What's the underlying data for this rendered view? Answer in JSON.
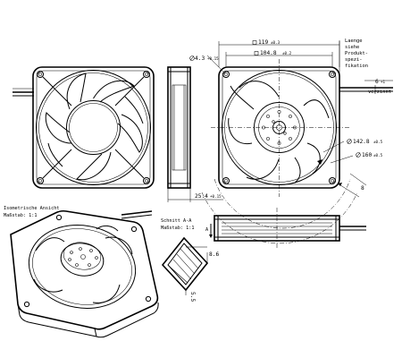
{
  "dimensions": {
    "d_width": {
      "value": "119",
      "tol": "±0.3"
    },
    "d_spacing": {
      "value": "104.8",
      "tol": "±0.2"
    },
    "d_hole": {
      "value": "4.3",
      "tol": "+0.15"
    },
    "d_depth": {
      "value": "25.4",
      "tol": "+0.15"
    },
    "d_dia1": {
      "value": "142.8",
      "tol": "±0.5"
    },
    "d_dia2": {
      "value": "160",
      "tol": "±0.5"
    },
    "d_8": {
      "value": "8"
    },
    "d_6": {
      "value": "6",
      "tol": "+1"
    },
    "d_86": {
      "value": "8.6"
    },
    "d_55": {
      "value": "5.5"
    }
  },
  "notes": {
    "length_line1": "Laenge",
    "length_line2": "siehe",
    "length_line3": "Produkt-",
    "length_line4": "spezi-",
    "length_line5": "fikation",
    "tinned": "verzinnt",
    "iso_line1": "Isometrische Ansicht",
    "iso_line2": "Maßstab: 1:1",
    "section_line1": "Schnitt A-A",
    "section_line2": "Maßstab: 1:1",
    "section_mark": "A"
  }
}
